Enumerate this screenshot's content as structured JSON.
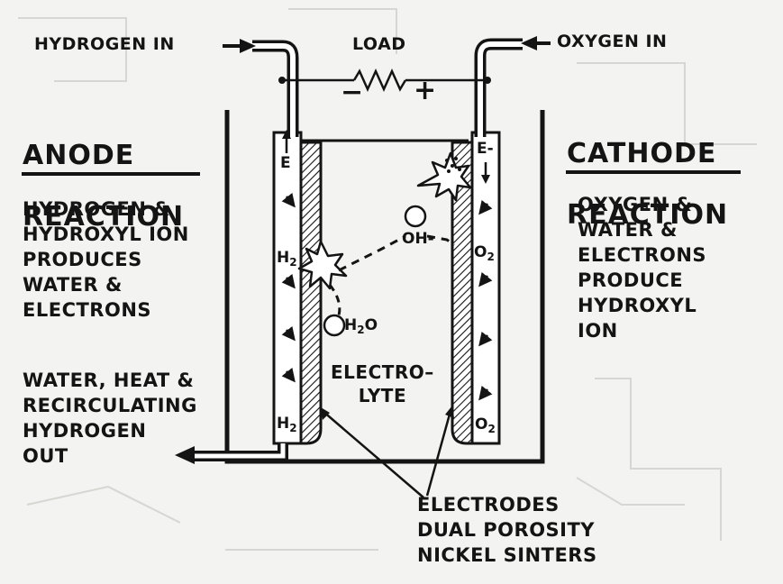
{
  "inputs": {
    "hydrogen_in": "HYDROGEN IN",
    "oxygen_in": "OXYGEN IN"
  },
  "load": {
    "label": "LOAD",
    "minus": "−",
    "plus": "+"
  },
  "anode": {
    "title_line1": "ANODE",
    "title_line2": "REACTION",
    "description": "HYDROGEN &\nHYDROXYL ION\nPRODUCES\nWATER &\nELECTRONS"
  },
  "cathode": {
    "title_line1": "CATHODE",
    "title_line2": "REACTION",
    "description": "OXYGEN &\nWATER &\nELECTRONS\nPRODUCE\nHYDROXYL\nION"
  },
  "outlet": {
    "label": "WATER, HEAT &\nRECIRCULATING\nHYDROGEN\nOUT"
  },
  "electrolyte": {
    "label": "ELECTRO–\nLYTE"
  },
  "electrodes": {
    "label": "ELECTRODES\nDUAL POROSITY\nNICKEL SINTERS"
  },
  "species": {
    "electron_left": "e",
    "electron_right": "e-",
    "h2_symbol": "H",
    "h2_sub": "2",
    "o2_symbol": "O",
    "o2_sub": "2",
    "water_symbol": "H",
    "water_sub": "2",
    "water_tail": "O",
    "hydroxyl": "OH-"
  },
  "colors": {
    "ink": "#141414",
    "paper": "#f3f3f1",
    "fill": "#ffffff"
  }
}
